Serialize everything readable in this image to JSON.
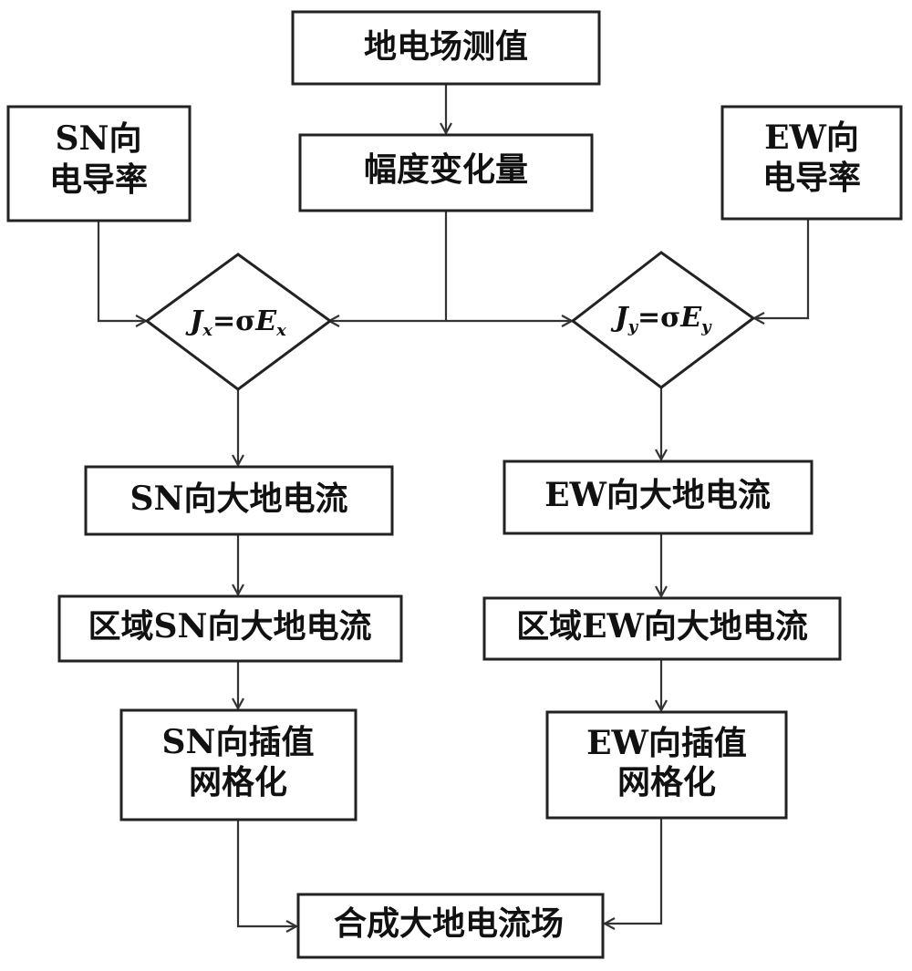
{
  "nodes": {
    "measured_field": "地电场测值",
    "amplitude_change": "幅度变化量",
    "sn_conductivity": [
      "SN向",
      "电导率"
    ],
    "ew_conductivity": [
      "EW向",
      "电导率"
    ],
    "eq_x": {
      "lhs": "J",
      "lhs_sub": "x",
      "op": "=σ",
      "rhs": "E",
      "rhs_sub": "x"
    },
    "eq_y": {
      "lhs": "J",
      "lhs_sub": "y",
      "op": "=σ",
      "rhs": "E",
      "rhs_sub": "y"
    },
    "sn_current": "SN向大地电流",
    "ew_current": "EW向大地电流",
    "regional_sn_current": "区域SN向大地电流",
    "regional_ew_current": "区域EW向大地电流",
    "sn_interpolation": [
      "SN向插值",
      "网格化"
    ],
    "ew_interpolation": [
      "EW向插值",
      "网格化"
    ],
    "synthesized_field": "合成大地电流场"
  }
}
